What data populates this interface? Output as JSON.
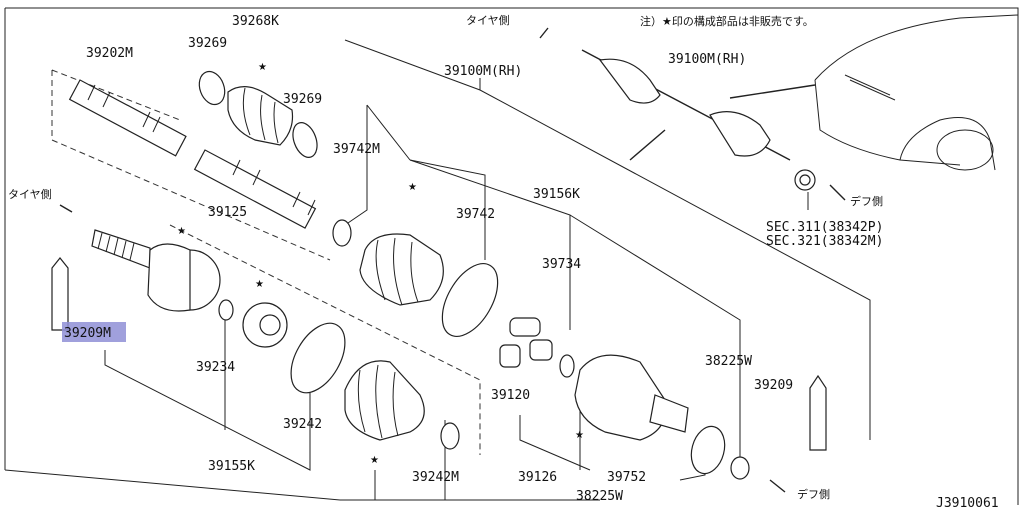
{
  "note": "注）★印の構成部品は非販売です。",
  "directions": {
    "tire_top": "タイヤ側",
    "tire_left": "タイヤ側",
    "diff_right": "デフ側",
    "diff_bottom": "デフ側"
  },
  "callouts": {
    "p39202M": "39202M",
    "p39268K": "39268K",
    "p39269_top": "39269",
    "p39269_right": "39269",
    "p39100M_rh": "39100M(RH)",
    "p39100M_rh_top": "39100M(RH)",
    "p39742M": "39742M",
    "p39742": "39742",
    "p39156K": "39156K",
    "p39734": "39734",
    "p39125": "39125",
    "p39209M": "39209M",
    "p39234": "39234",
    "p39242": "39242",
    "p39242M": "39242M",
    "p39120": "39120",
    "p38225W_right": "38225W",
    "p39209_right": "39209",
    "p39155K": "39155K",
    "p39126": "39126",
    "p39752": "39752",
    "p38225W_bottom": "38225W"
  },
  "sec_refs": [
    "SEC.311(38342P)",
    "SEC.321(38342M)"
  ],
  "diagram_id": "J3910061",
  "non_sale_marker": "★",
  "highlight_color": "#8f8fd6"
}
